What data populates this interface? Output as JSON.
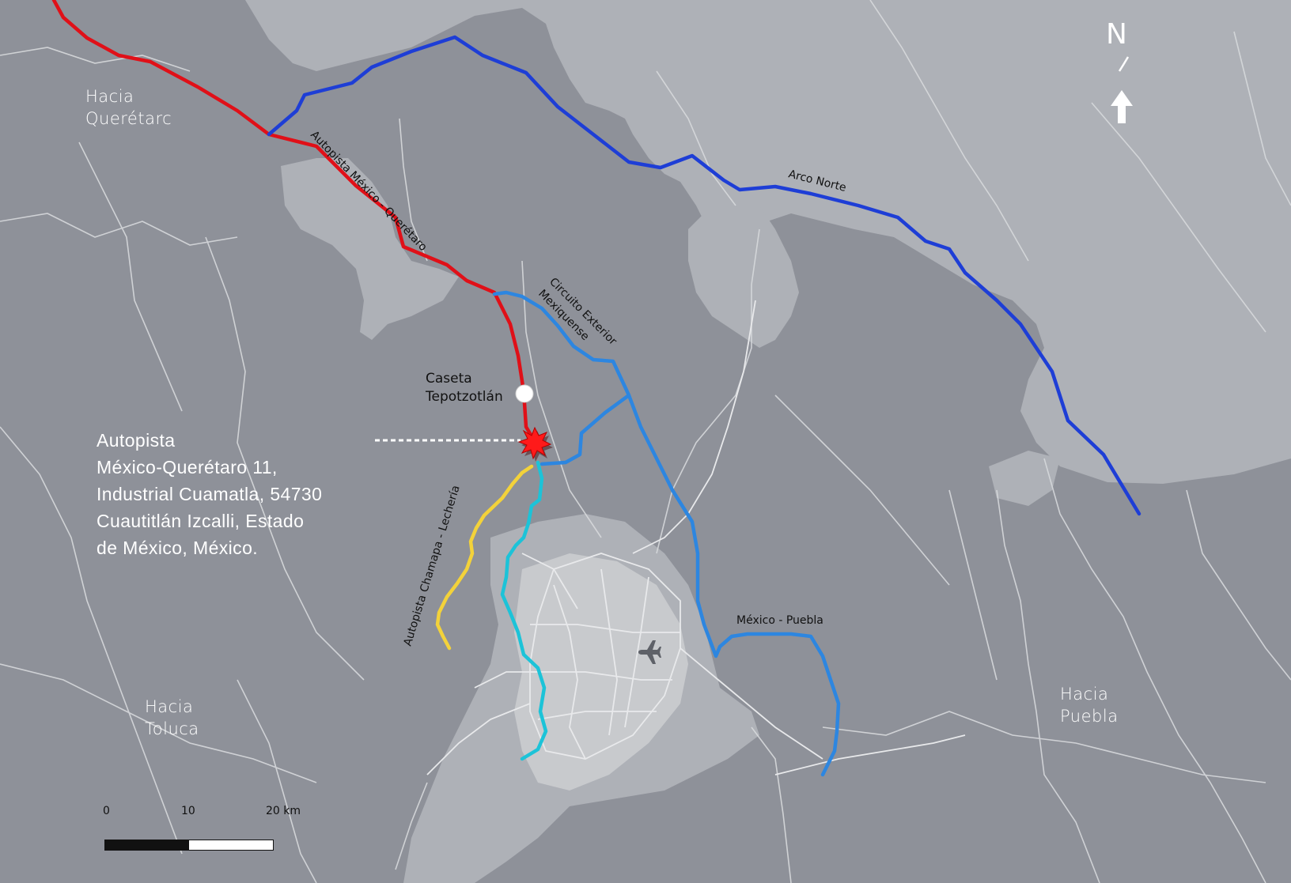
{
  "labels": {
    "hacia_queretaro": [
      "Hacia",
      "Querétarc"
    ],
    "hacia_toluca": [
      "Hacia",
      "Toluca"
    ],
    "hacia_puebla": [
      "Hacia",
      "Puebla"
    ],
    "caseta": [
      "Caseta",
      "Tepotzotlán"
    ]
  },
  "address_lines": [
    "Autopista",
    "México-Querétaro 11,",
    "Industrial Cuamatla, 54730",
    "Cuautitlán Izcalli, Estado",
    "de México, México."
  ],
  "roads": {
    "mexico_queretaro": "Autopista México - Querétaro",
    "arco_norte": "Arco Norte",
    "circuito_line1": "Circuito Exterior",
    "circuito_line2": "Mexiquense",
    "chamapa_lecheria": "Autopista Chamapa - Lechería",
    "mexico_puebla": "México - Puebla"
  },
  "scale": {
    "ticks": [
      "0",
      "10",
      "20 km"
    ]
  },
  "north": "N",
  "icons": [
    "airport-icon",
    "north-arrow-icon",
    "location-marker-icon",
    "toll-booth-icon"
  ],
  "colors": {
    "background": "#8e9199",
    "urban": "#aeb1b7",
    "city_core": "#c8cacd",
    "road_red": "#e01018",
    "road_dark_blue": "#1e3ed6",
    "road_mid_blue": "#2d86e0",
    "road_cyan": "#1cc3d8",
    "road_yellow": "#f3d23a",
    "marker": "#ff1a1a"
  }
}
